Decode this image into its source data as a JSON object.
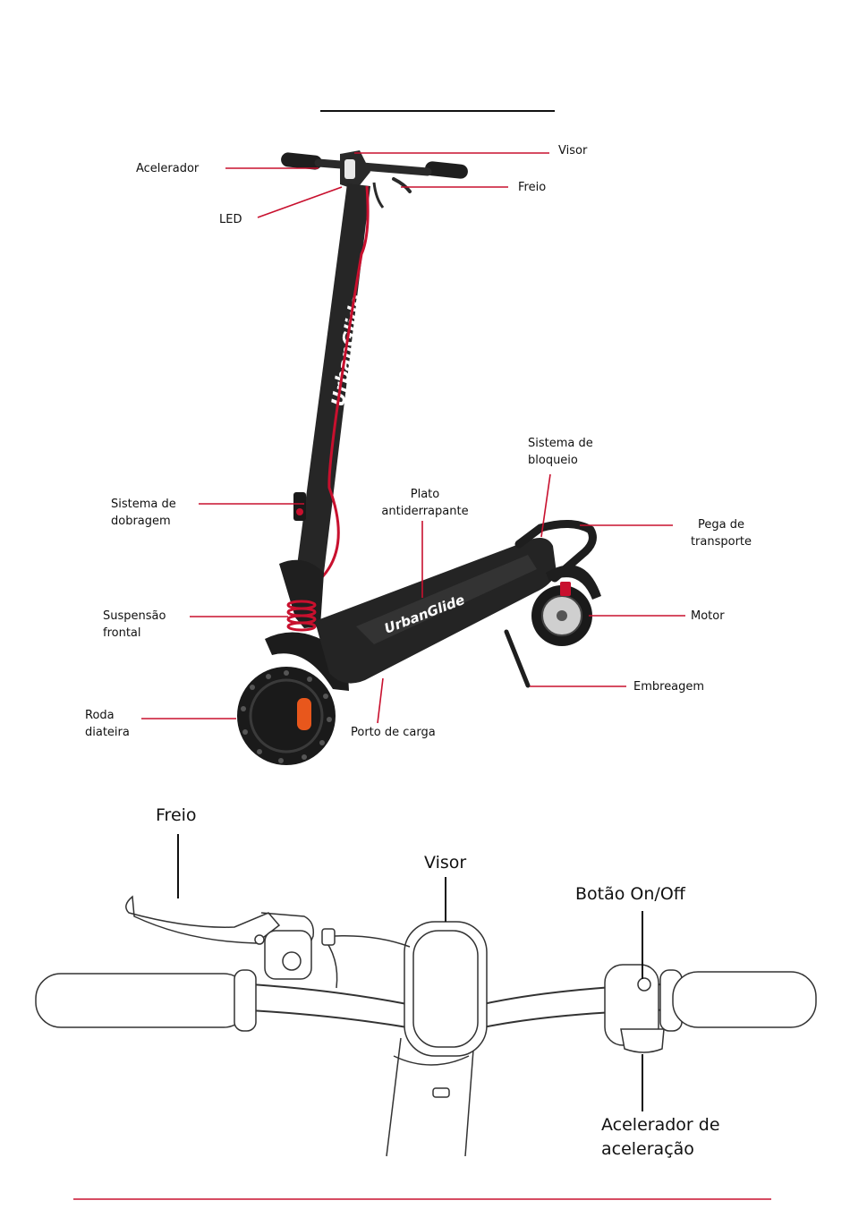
{
  "scooter_labels": {
    "visor": "Visor",
    "acelerador": "Acelerador",
    "freio": "Freio",
    "led": "LED",
    "sistema_bloqueio_1": "Sistema de",
    "sistema_bloqueio_2": "bloqueio",
    "sistema_dobragem_1": "Sistema de",
    "sistema_dobragem_2": "dobragem",
    "plato_1": "Plato",
    "plato_2": "antiderrapante",
    "pega_1": "Pega de",
    "pega_2": "transporte",
    "suspensao_1": "Suspensão",
    "suspensao_2": "frontal",
    "motor": "Motor",
    "embreagem": "Embreagem",
    "roda_1": "Roda",
    "roda_2": "diateira",
    "porto_carga": "Porto de carga"
  },
  "brand_text": "UrbanGlide",
  "handlebar_labels": {
    "freio": "Freio",
    "visor": "Visor",
    "botao": "Botão On/Off",
    "acelerador_1": "Acelerador de",
    "acelerador_2": "aceleração"
  },
  "colors": {
    "accent_red": "#c8102e",
    "scooter_body": "#222222",
    "line_art": "#333333"
  }
}
